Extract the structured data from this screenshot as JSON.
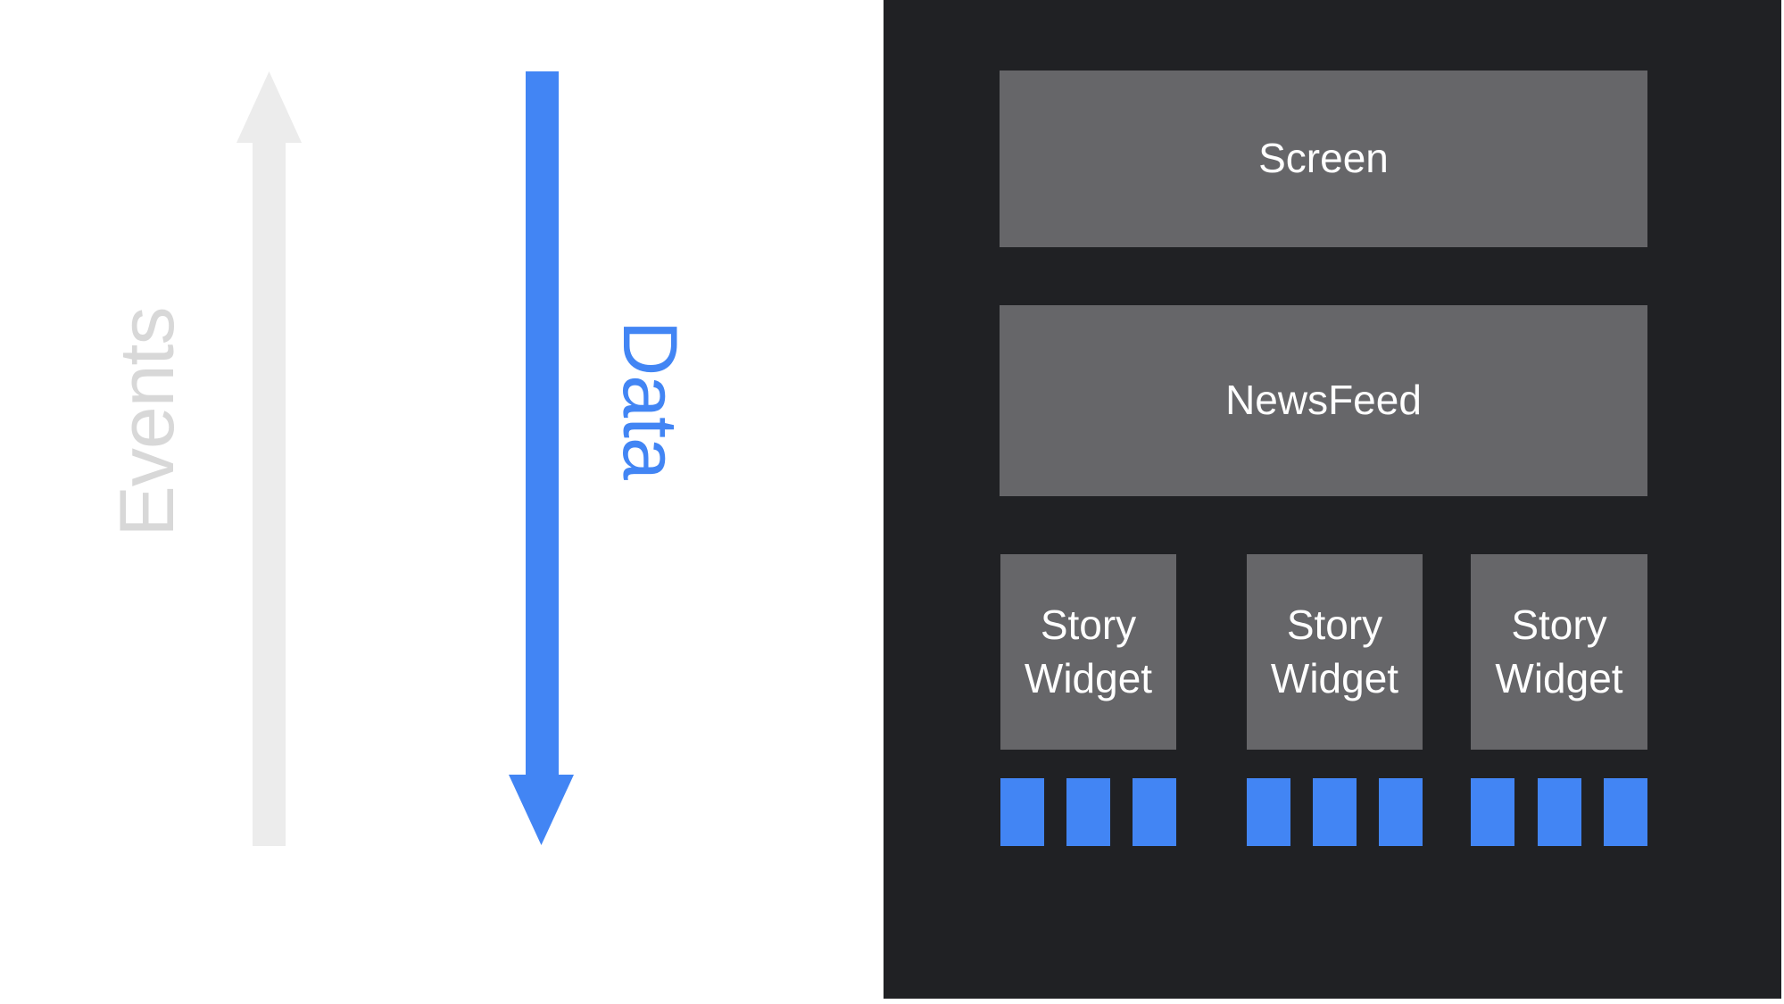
{
  "left_panel": {
    "events_label": "Events",
    "data_label": "Data"
  },
  "right_panel": {
    "screen_label": "Screen",
    "newsfeed_label": "NewsFeed",
    "story_widgets": [
      {
        "label": "Story Widget"
      },
      {
        "label": "Story Widget"
      },
      {
        "label": "Story Widget"
      }
    ],
    "data_squares_per_widget": 3
  },
  "colors": {
    "accent_blue": "#4285F4",
    "panel_dark": "#202124",
    "box_gray": "#666669",
    "arrow_gray": "#ECECEC",
    "events_text_gray": "#D8D8D8",
    "box_text_white": "#FFFFFF"
  }
}
